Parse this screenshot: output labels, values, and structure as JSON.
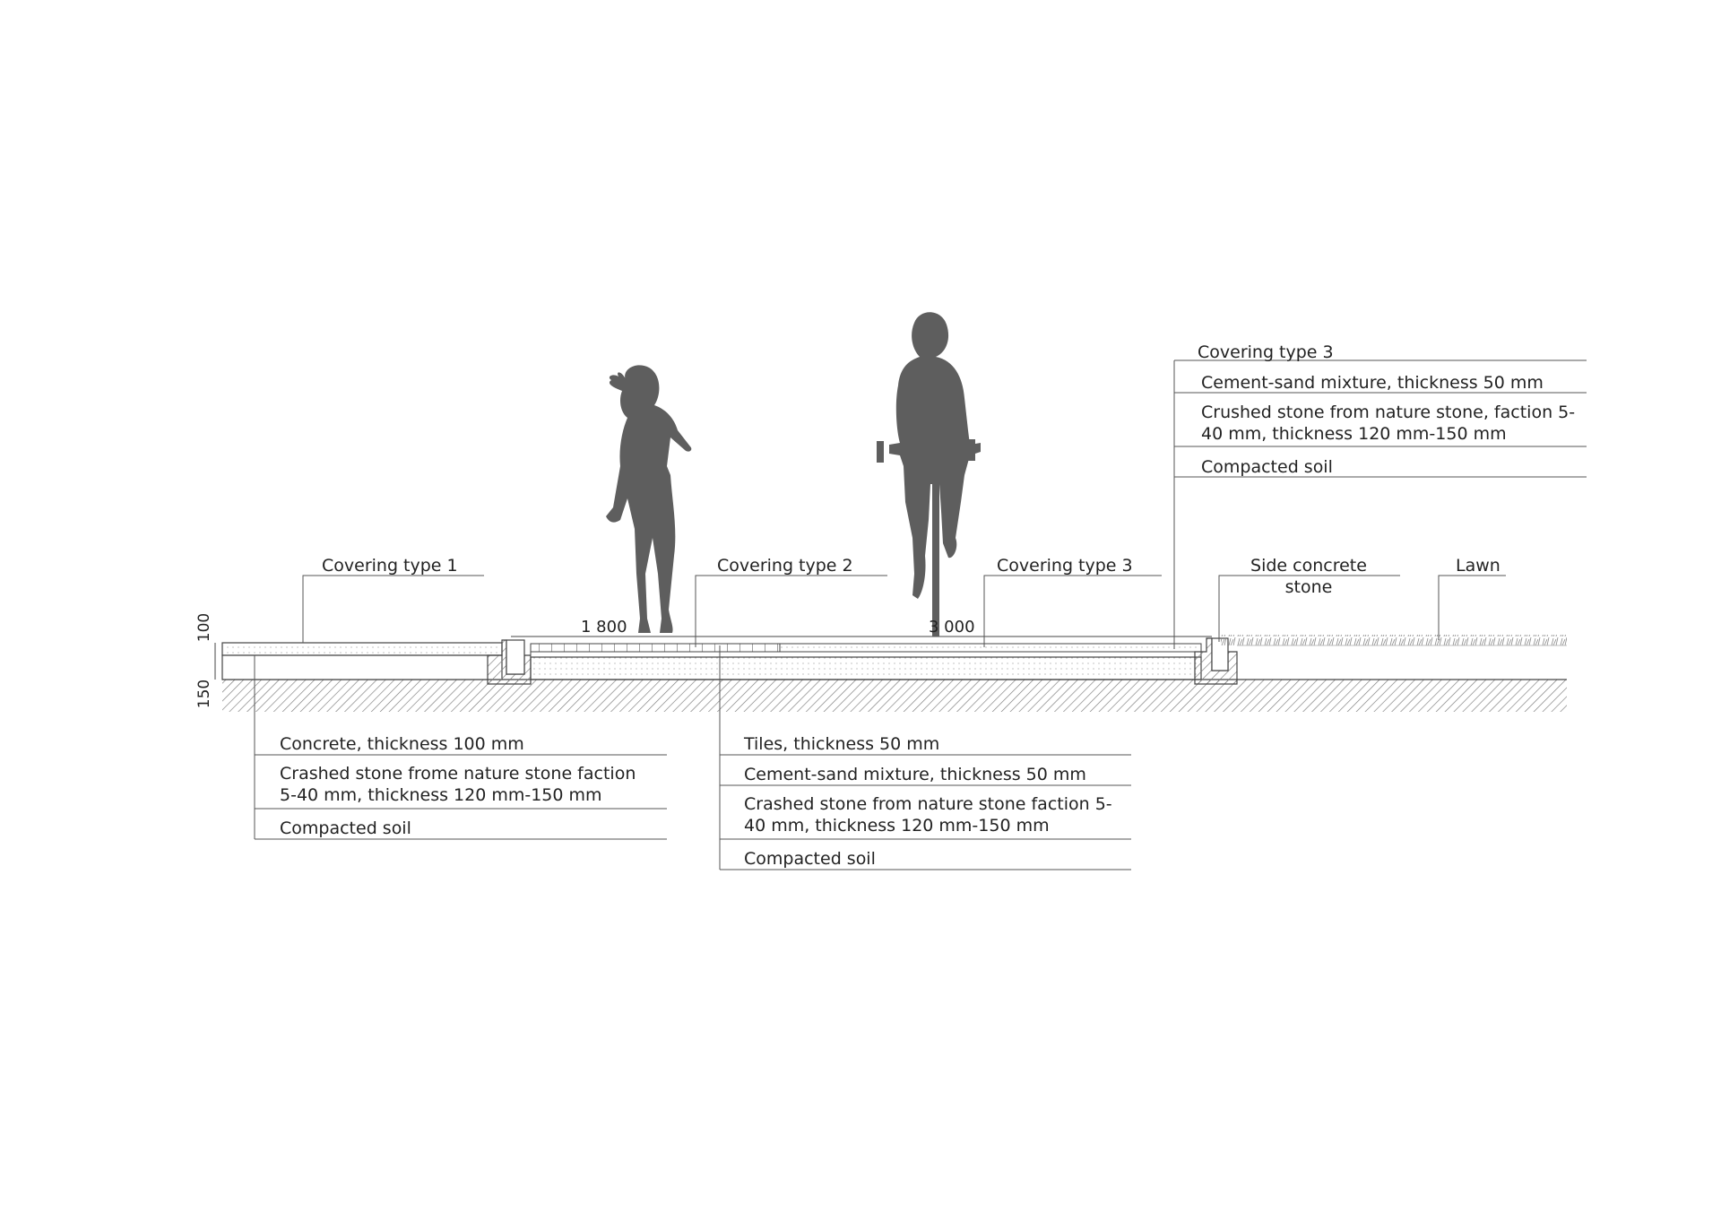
{
  "top_callout": {
    "title": "Covering type 3",
    "layers": [
      "Cement-sand mixture, thickness 50 mm",
      "Crushed stone from nature stone, faction 5-40 mm, thickness 120 mm-150 mm",
      "Compacted soil"
    ]
  },
  "labels": {
    "covering1": "Covering type 1",
    "covering2": "Covering type 2",
    "covering3": "Covering type 3",
    "side_stone": "Side concrete stone",
    "lawn": "Lawn"
  },
  "dimensions": {
    "width_left": "1 800",
    "width_right": "3 000",
    "depth_top": "100",
    "depth_bottom": "150"
  },
  "bottom_left_callout": {
    "layers": [
      "Concrete, thickness 100 mm",
      "Crashed stone frome nature stone faction 5-40 mm, thickness 120 mm-150 mm",
      "Compacted soil"
    ]
  },
  "bottom_mid_callout": {
    "layers": [
      "Tiles, thickness 50 mm",
      "Cement-sand mixture, thickness 50 mm",
      "Crashed stone from nature stone faction 5-40 mm, thickness 120 mm-150 mm",
      "Compacted soil"
    ]
  },
  "colors": {
    "line": "#444444",
    "silhouette": "#5e5e5e",
    "hatch": "#7a7a7a"
  }
}
